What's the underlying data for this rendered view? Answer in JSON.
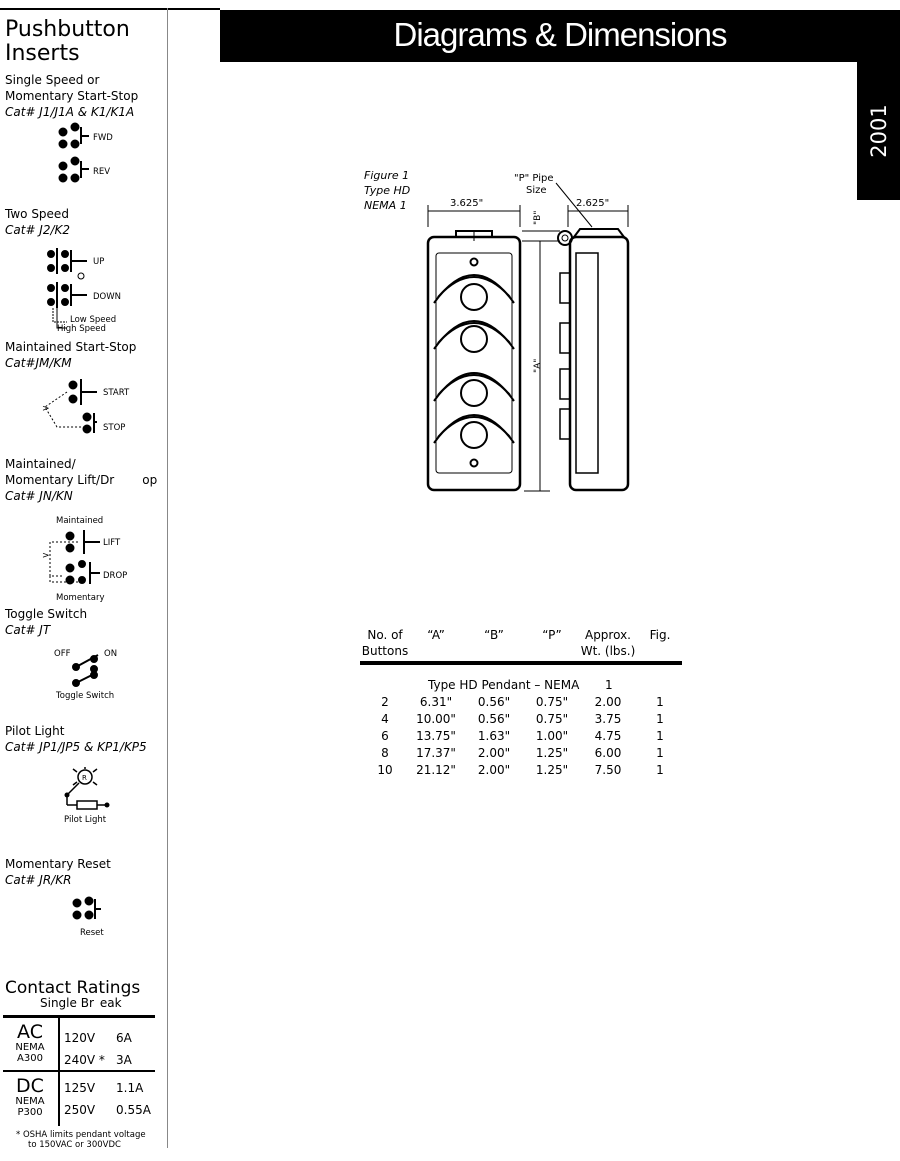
{
  "header": {
    "title": "Diagrams & Dimensions",
    "side_tab": "2001"
  },
  "sidebar": {
    "heading_line1": "Pushbutton",
    "heading_line2": "Inserts",
    "sections": [
      {
        "title_line1": "Single Speed or",
        "title_line2": "Momentary Start-Stop",
        "cat": "Cat# J1/J1A & K1/K1A",
        "labels": [
          "FWD",
          "REV"
        ]
      },
      {
        "title_line1": "Two Speed",
        "cat": "Cat# J2/K2",
        "labels": [
          "UP",
          "DOWN",
          "Low Speed",
          "High Speed"
        ]
      },
      {
        "title_line1": "Maintained Start-Stop",
        "cat": "Cat#JM/KM",
        "labels": [
          "START",
          "STOP"
        ]
      },
      {
        "title_line1": "Maintained/",
        "title_line2": "Momentary Lift/Dr",
        "title_line2b": "op",
        "cat": "Cat# JN/KN",
        "labels": [
          "Maintained",
          "LIFT",
          "DROP",
          "Momentary"
        ]
      },
      {
        "title_line1": "Toggle Switch",
        "cat": "Cat# JT",
        "labels": [
          "OFF",
          "ON",
          "Toggle Switch"
        ]
      },
      {
        "title_line1": "Pilot Light",
        "cat": "Cat# JP1/JP5 & KP1/KP5",
        "labels": [
          "R",
          "Pilot Light"
        ]
      },
      {
        "title_line1": "Momentary Reset",
        "cat": "Cat# JR/KR",
        "labels": [
          "Reset"
        ]
      }
    ]
  },
  "contact_ratings": {
    "heading": "Contact Ratings",
    "subheading_a": "Single Br",
    "subheading_b": "eak",
    "ac": {
      "type": "AC",
      "nema": "NEMA",
      "rating": "A300",
      "rows": [
        [
          "120V",
          "6A"
        ],
        [
          "240V *",
          "3A"
        ]
      ]
    },
    "dc": {
      "type": "DC",
      "nema": "NEMA",
      "rating": "P300",
      "rows": [
        [
          "125V",
          "1.1A"
        ],
        [
          "250V",
          "0.55A"
        ]
      ]
    },
    "note_line1": "*  OSHA limits pendant voltage",
    "note_line2": "to 150VAC or 300VDC"
  },
  "figure": {
    "caption_line1": "Figure 1",
    "caption_line2": "Type HD",
    "caption_line3": "NEMA  1",
    "dim_width_front": "3.625\"",
    "dim_width_side": "2.625\"",
    "pipe_label_line1": "\"P\"  Pipe",
    "pipe_label_line2": "Size",
    "dim_b": "\"B\"",
    "dim_a": "\"A\""
  },
  "spec_table": {
    "headers": [
      {
        "line1": "No. of",
        "line2": "Buttons"
      },
      {
        "line1": "“A”",
        "line2": ""
      },
      {
        "line1": "“B”",
        "line2": ""
      },
      {
        "line1": "“P”",
        "line2": ""
      },
      {
        "line1": "Approx.",
        "line2": "Wt. (lbs.)"
      },
      {
        "line1": "Fig.",
        "line2": ""
      }
    ],
    "group_label": "Type HD Pendant – NEMA",
    "group_number": "1",
    "rows": [
      [
        "2",
        "6.31\"",
        "0.56\"",
        "0.75\"",
        "2.00",
        "1"
      ],
      [
        "4",
        "10.00\"",
        "0.56\"",
        "0.75\"",
        "3.75",
        "1"
      ],
      [
        "6",
        "13.75\"",
        "1.63\"",
        "1.00\"",
        "4.75",
        "1"
      ],
      [
        "8",
        "17.37\"",
        "2.00\"",
        "1.25\"",
        "6.00",
        "1"
      ],
      [
        "10",
        "21.12\"",
        "2.00\"",
        "1.25\"",
        "7.50",
        "1"
      ]
    ]
  }
}
